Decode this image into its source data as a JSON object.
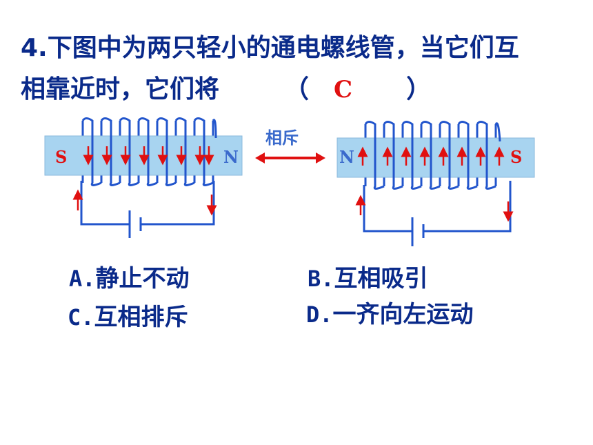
{
  "question": {
    "line1": "4.下图中为两只轻小的通电螺线管，当它们互",
    "line2": "相靠近时，它们将",
    "paren_open": "（",
    "answer": "C",
    "paren_close": "）"
  },
  "figure": {
    "left_coil": {
      "pole_left": "S",
      "pole_right": "N"
    },
    "right_coil": {
      "pole_left": "N",
      "pole_right": "S"
    },
    "interaction_label": "相斥"
  },
  "options": [
    {
      "letter": "A.",
      "text": "静止不动"
    },
    {
      "letter": "B.",
      "text": "互相吸引"
    },
    {
      "letter": "C.",
      "text": "互相排斥"
    },
    {
      "letter": "D.",
      "text": "一齐向左运动"
    }
  ],
  "colors": {
    "text": "#0a2a8a",
    "answer": "#e01010",
    "core": "#a8d4f0",
    "wire": "#2255cc",
    "arrow": "#e01010"
  }
}
